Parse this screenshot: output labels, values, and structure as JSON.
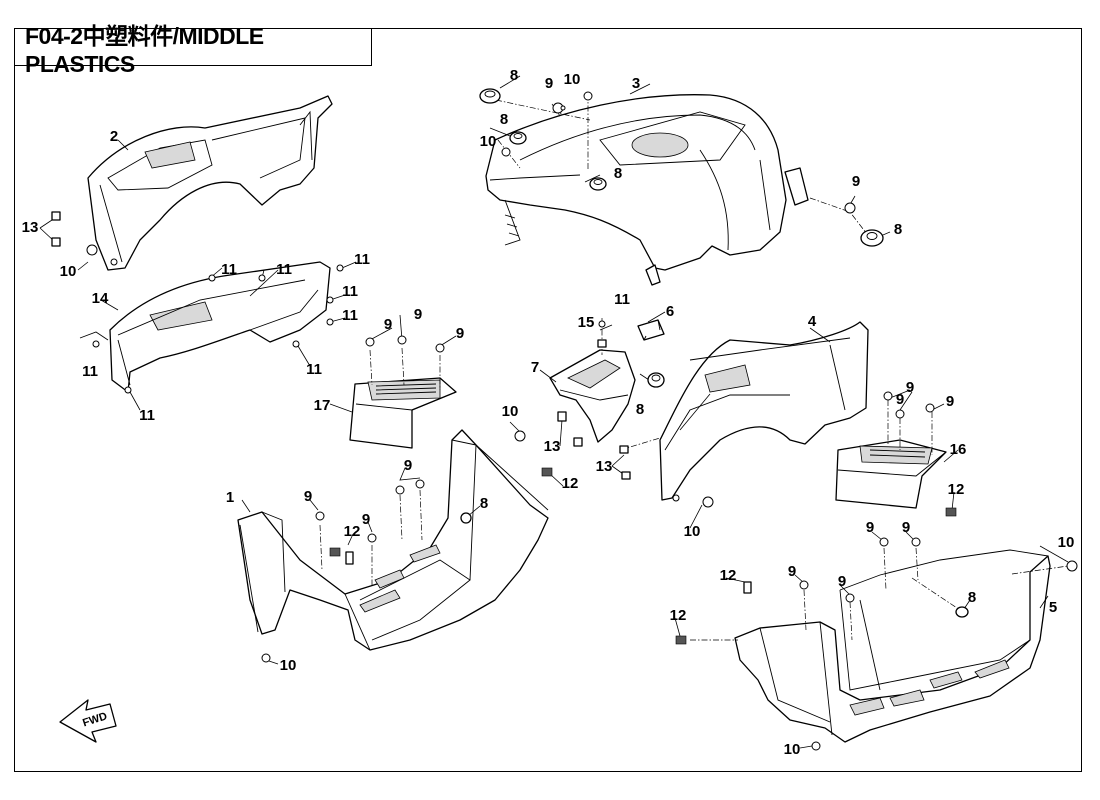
{
  "diagram": {
    "title": "F04-2中塑料件/MIDDLE PLASTICS",
    "direction_label": "FWD",
    "callouts": [
      {
        "label": "1"
      },
      {
        "label": "2"
      },
      {
        "label": "3"
      },
      {
        "label": "4"
      },
      {
        "label": "5"
      },
      {
        "label": "6"
      },
      {
        "label": "7"
      },
      {
        "label": "8"
      },
      {
        "label": "8"
      },
      {
        "label": "8"
      },
      {
        "label": "8"
      },
      {
        "label": "8"
      },
      {
        "label": "8"
      },
      {
        "label": "8"
      },
      {
        "label": "9"
      },
      {
        "label": "9"
      },
      {
        "label": "9"
      },
      {
        "label": "9"
      },
      {
        "label": "9"
      },
      {
        "label": "9"
      },
      {
        "label": "9"
      },
      {
        "label": "9"
      },
      {
        "label": "9"
      },
      {
        "label": "9"
      },
      {
        "label": "9"
      },
      {
        "label": "9"
      },
      {
        "label": "9"
      },
      {
        "label": "9"
      },
      {
        "label": "9"
      },
      {
        "label": "10"
      },
      {
        "label": "10"
      },
      {
        "label": "10"
      },
      {
        "label": "10"
      },
      {
        "label": "10"
      },
      {
        "label": "10"
      },
      {
        "label": "10"
      },
      {
        "label": "10"
      },
      {
        "label": "11"
      },
      {
        "label": "11"
      },
      {
        "label": "11"
      },
      {
        "label": "11"
      },
      {
        "label": "11"
      },
      {
        "label": "11"
      },
      {
        "label": "11"
      },
      {
        "label": "11"
      },
      {
        "label": "11"
      },
      {
        "label": "12"
      },
      {
        "label": "12"
      },
      {
        "label": "12"
      },
      {
        "label": "12"
      },
      {
        "label": "12"
      },
      {
        "label": "13"
      },
      {
        "label": "13"
      },
      {
        "label": "13"
      },
      {
        "label": "14"
      },
      {
        "label": "15"
      },
      {
        "label": "16"
      },
      {
        "label": "17"
      }
    ]
  }
}
